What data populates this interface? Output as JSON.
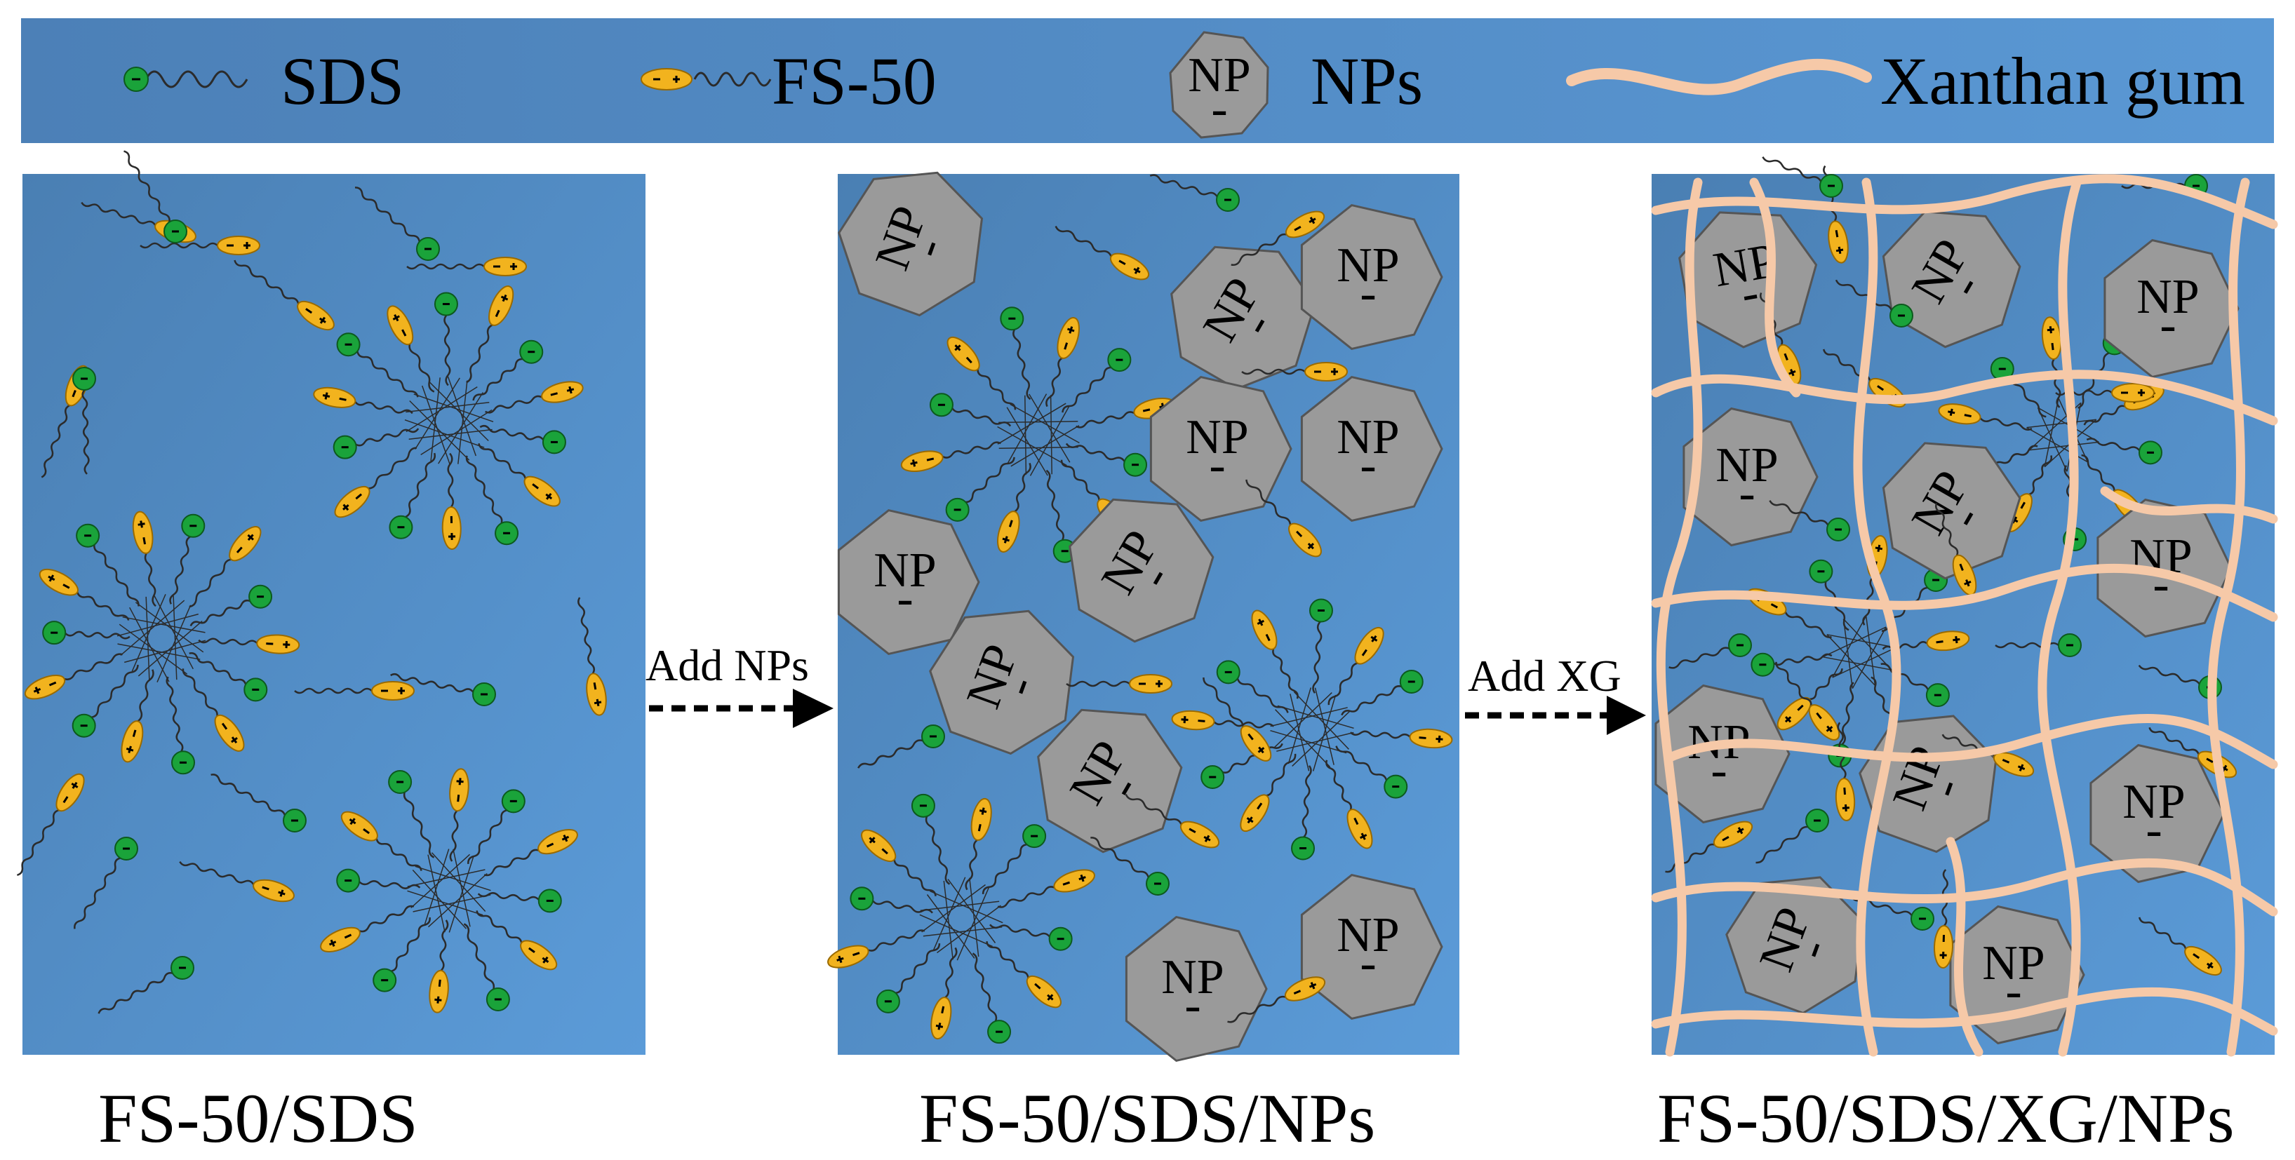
{
  "legend": {
    "items": [
      {
        "key": "sds",
        "label": "SDS"
      },
      {
        "key": "fs50",
        "label": "FS-50"
      },
      {
        "key": "np",
        "label": "NPs",
        "icon_text": "NP",
        "charge": "-"
      },
      {
        "key": "xg",
        "label": "Xanthan gum"
      }
    ]
  },
  "arrows": [
    {
      "label": "Add NPs"
    },
    {
      "label": "Add XG"
    }
  ],
  "panels": [
    {
      "caption": "FS-50/SDS"
    },
    {
      "caption": "FS-50/SDS/NPs"
    },
    {
      "caption": "FS-50/SDS/XG/NPs"
    }
  ],
  "symbols": {
    "np_text": "NP",
    "neg": "-",
    "pos": "+"
  },
  "colors": {
    "background_blue": "#4f86bd",
    "sds_head": "#1aa33a",
    "fs50_head": "#f2b31e",
    "np_fill": "#9a9a9a",
    "xanthan": "#f6c9a8",
    "tail": "#2b2b2b"
  }
}
